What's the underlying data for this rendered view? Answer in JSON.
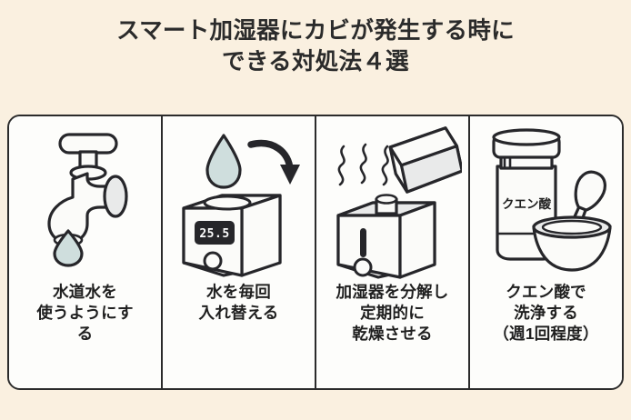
{
  "title": {
    "line1": "スマート加湿器にカビが発生する時に",
    "line2": "できる対処法４選"
  },
  "colors": {
    "background": "#faf0e0",
    "card_background": "#fdfdfb",
    "ink": "#2b2b2b",
    "line": "#26262a",
    "water": "#cfdedd",
    "shade": "#e9eaea"
  },
  "panels": [
    {
      "icon": "faucet-dripping-icon",
      "caption_lines": [
        "水道水を",
        "使うようにす",
        "る"
      ]
    },
    {
      "icon": "humidifier-refill-icon",
      "display_value": "25.5",
      "caption_lines": [
        "水を毎回",
        "入れ替える"
      ]
    },
    {
      "icon": "humidifier-disassembled-drying-icon",
      "caption_lines": [
        "加湿器を分解し",
        "定期的に",
        "乾燥させる"
      ]
    },
    {
      "icon": "citric-acid-jar-bowl-icon",
      "jar_label": "クエン酸",
      "caption_lines": [
        "クエン酸で",
        "洗浄する",
        "（週1回程度）"
      ]
    }
  ]
}
